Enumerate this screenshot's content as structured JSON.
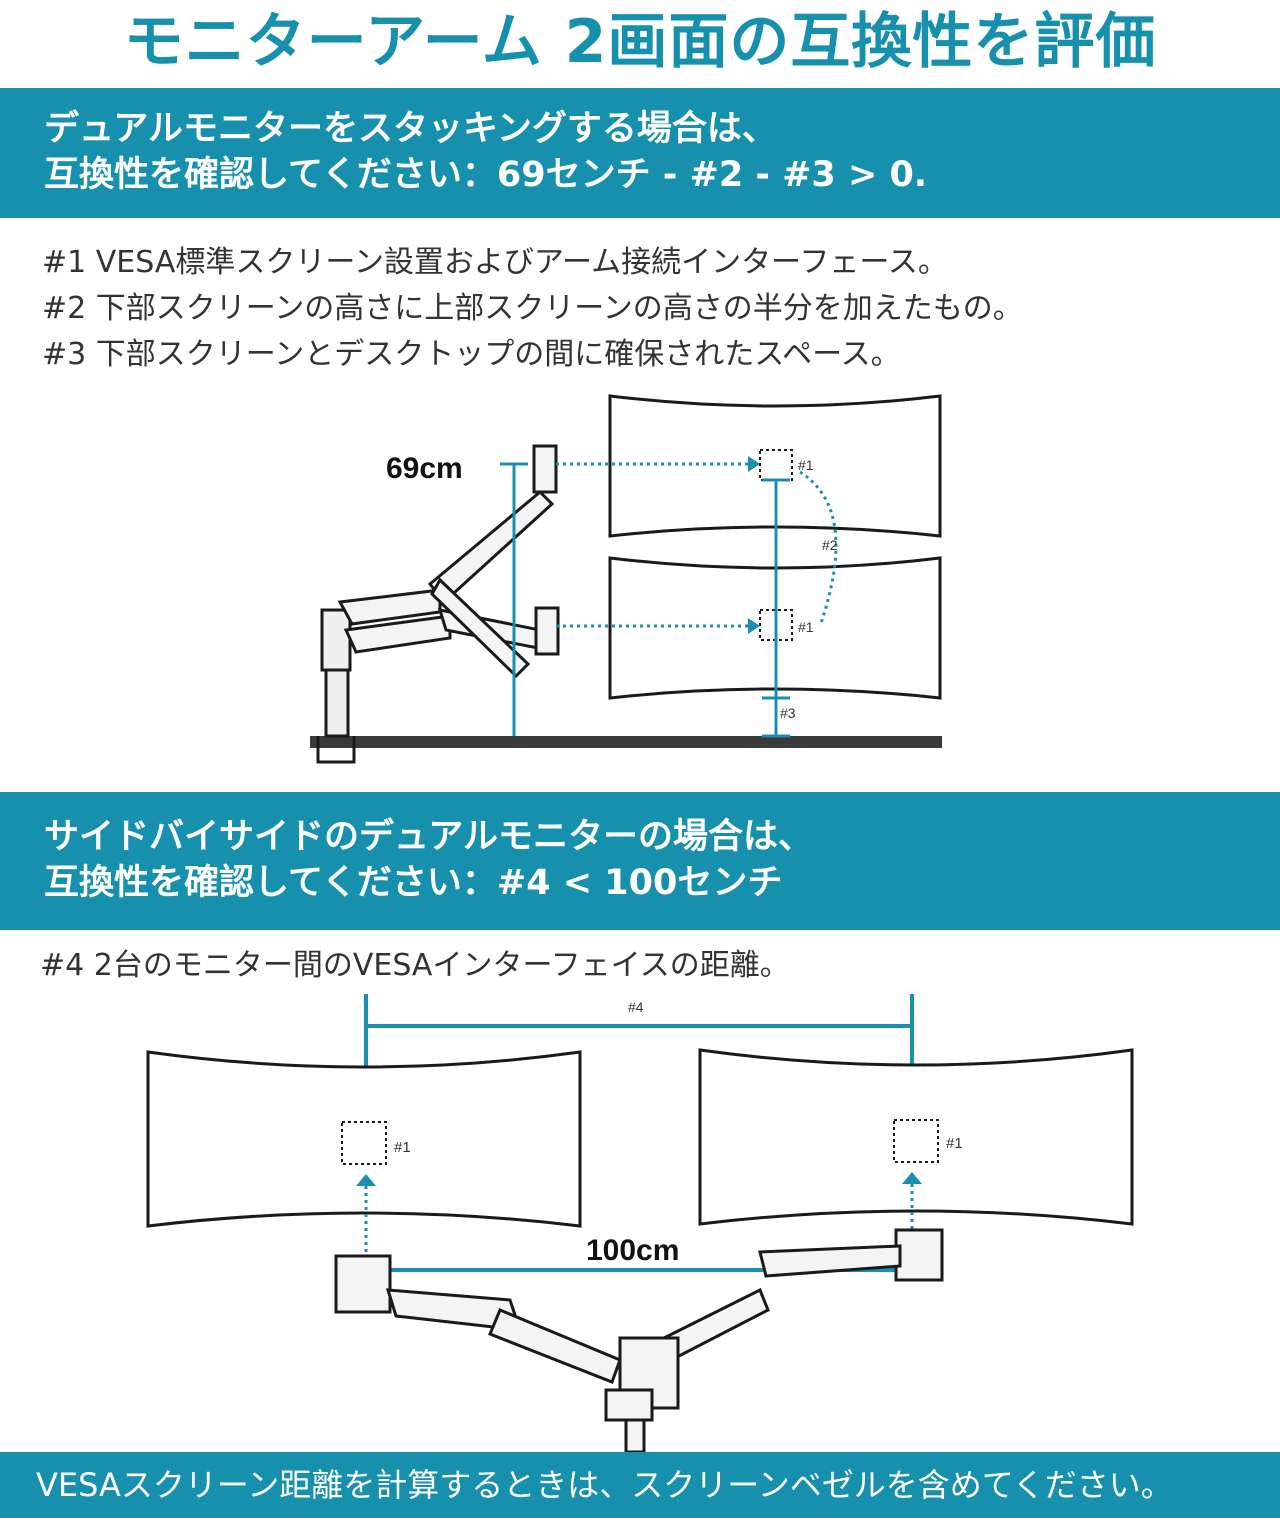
{
  "title": "モニターアーム 2画面の互換性を評価",
  "stacking": {
    "line1": "デュアルモニターをスタッキングする場合は、",
    "line2": "互換性を確認してください：69センチ - #2 - #3 > 0."
  },
  "notes": [
    "#1 VESA標準スクリーン設置およびアーム接続インターフェース。",
    "#2 下部スクリーンの高さに上部スクリーンの高さの半分を加えたもの。",
    "#3 下部スクリーンとデスクトップの間に確保されたスペース。"
  ],
  "diagram1": {
    "height_label": "69cm",
    "vesa_label": "#1",
    "label_2": "#2",
    "label_3": "#3"
  },
  "side": {
    "line1": "サイドバイサイドのデュアルモニターの場合は、",
    "line2": "互換性を確認してください：#4 < 100センチ"
  },
  "note4": "#4 2台のモニター間のVESAインターフェイスの距離。",
  "diagram2": {
    "label_4": "#4",
    "width_label": "100cm",
    "vesa_label": "#1"
  },
  "footer": "VESAスクリーン距離を計算するときは、スクリーンベゼルを含めてください。",
  "colors": {
    "accent": "#1690ad",
    "line": "#1b8fae",
    "outline": "#1a1a1a"
  }
}
